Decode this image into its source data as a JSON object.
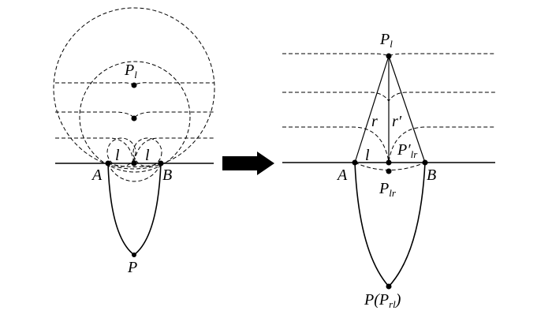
{
  "left": {
    "labels": {
      "P1": "P",
      "P1_sub": "l",
      "A": "A",
      "B": "B",
      "l1": "l",
      "l2": "l",
      "P": "P"
    }
  },
  "right": {
    "labels": {
      "P1": "P",
      "P1_sub": "l",
      "r": "r",
      "r_prime": "r′",
      "l": "l",
      "Plr_prime": "P′",
      "Plr_prime_sub": "lr",
      "A": "A",
      "B": "B",
      "Plr": "P",
      "Plr_sub": "lr",
      "P_main": "P(P",
      "P_sub": "rl",
      "P_close": ")"
    }
  }
}
